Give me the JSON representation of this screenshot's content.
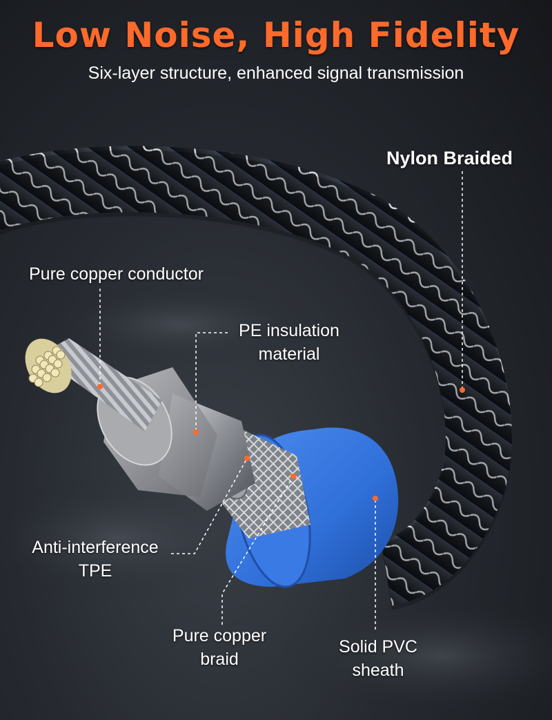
{
  "header": {
    "title": "Low Noise, High Fidelity",
    "subtitle": "Six-layer structure, enhanced signal transmission"
  },
  "colors": {
    "accent": "#ff6a2b",
    "pvc_blue": "#2f6fd8",
    "braid_black": "#1d2127",
    "braid_white": "#d9dde2",
    "copper": "#c9b98a"
  },
  "layers": [
    {
      "id": "nylon",
      "label": "Nylon Braided"
    },
    {
      "id": "copper-conductor",
      "label": "Pure copper conductor"
    },
    {
      "id": "pe",
      "label": "PE insulation\nmaterial"
    },
    {
      "id": "tpe",
      "label": "Anti-interference\nTPE"
    },
    {
      "id": "braid",
      "label": "Pure copper\nbraid"
    },
    {
      "id": "pvc",
      "label": "Solid PVC\nsheath"
    }
  ]
}
